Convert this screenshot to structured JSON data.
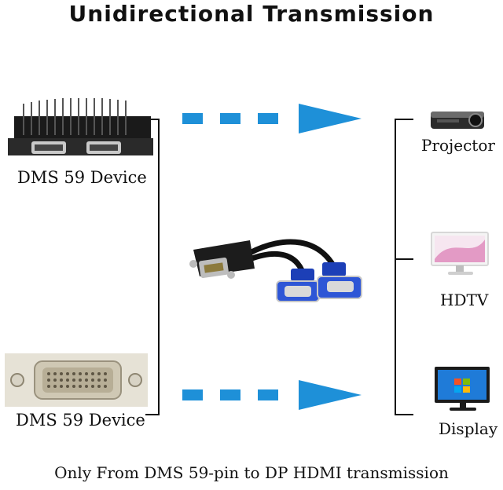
{
  "title": "Unidirectional Transmission",
  "left_devices": [
    {
      "label": "DMS 59 Device",
      "icon": "graphics-card-icon"
    },
    {
      "label": "DMS 59 Device",
      "icon": "dms59-port-icon"
    }
  ],
  "center": {
    "icon": "dms59-to-dual-vga-cable-icon"
  },
  "right_devices": [
    {
      "label": "Projector",
      "icon": "projector-icon"
    },
    {
      "label": "HDTV",
      "icon": "monitor-icon"
    },
    {
      "label": "Display",
      "icon": "display-icon"
    }
  ],
  "caption": "Only From DMS 59-pin to DP HDMI transmission",
  "colors": {
    "arrow": "#1e90d8",
    "bracket": "#111111"
  }
}
